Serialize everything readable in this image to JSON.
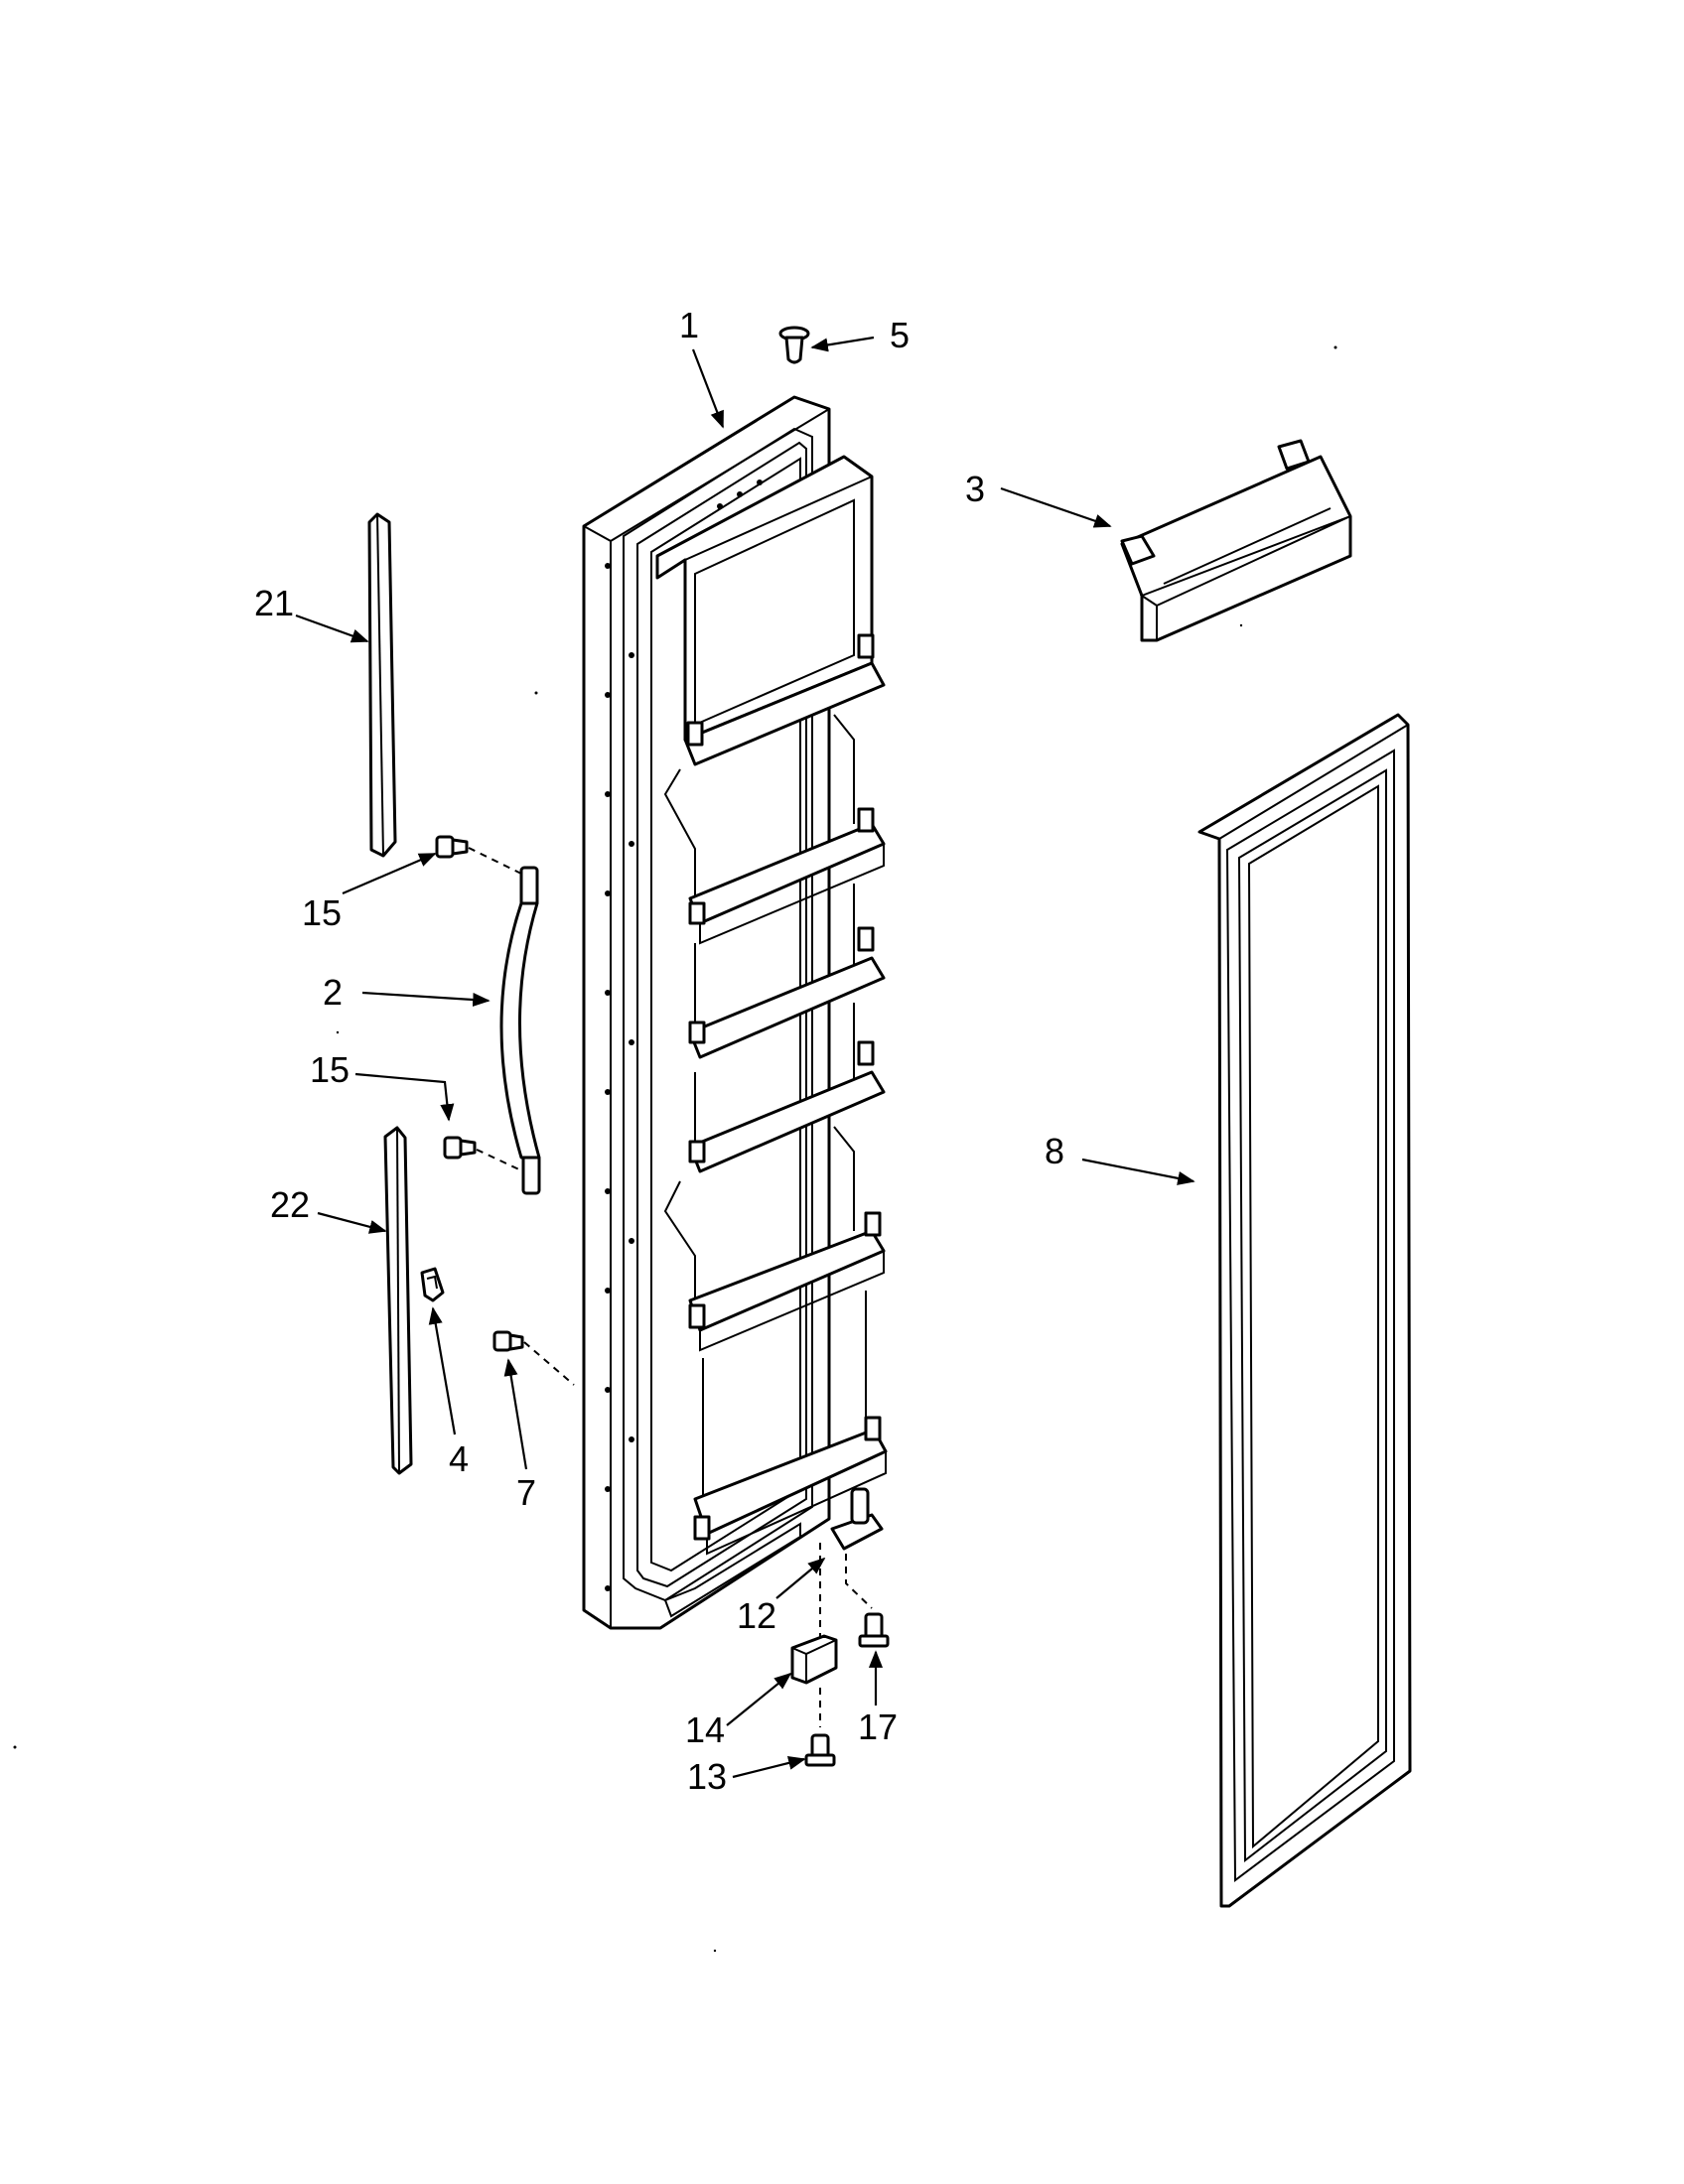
{
  "diagram": {
    "callouts": [
      {
        "id": "c1",
        "label": "1"
      },
      {
        "id": "c2",
        "label": "2"
      },
      {
        "id": "c3",
        "label": "3"
      },
      {
        "id": "c4",
        "label": "4"
      },
      {
        "id": "c5",
        "label": "5"
      },
      {
        "id": "c7",
        "label": "7"
      },
      {
        "id": "c8",
        "label": "8"
      },
      {
        "id": "c12",
        "label": "12"
      },
      {
        "id": "c13",
        "label": "13"
      },
      {
        "id": "c14",
        "label": "14"
      },
      {
        "id": "c15a",
        "label": "15"
      },
      {
        "id": "c15b",
        "label": "15"
      },
      {
        "id": "c17",
        "label": "17"
      },
      {
        "id": "c21",
        "label": "21"
      },
      {
        "id": "c22",
        "label": "22"
      }
    ],
    "parts": [
      {
        "name": "door-assembly",
        "callout": "1"
      },
      {
        "name": "door-handle",
        "callout": "2"
      },
      {
        "name": "door-shelf-bin",
        "callout": "3"
      },
      {
        "name": "handle-clip",
        "callout": "4"
      },
      {
        "name": "door-plug",
        "callout": "5"
      },
      {
        "name": "door-screw",
        "callout": "7"
      },
      {
        "name": "door-gasket",
        "callout": "8"
      },
      {
        "name": "hinge-pin-bushing",
        "callout": "12"
      },
      {
        "name": "hinge-screw",
        "callout": "13"
      },
      {
        "name": "door-stop",
        "callout": "14"
      },
      {
        "name": "handle-screw",
        "callout": "15"
      },
      {
        "name": "bushing-screw",
        "callout": "17"
      },
      {
        "name": "upper-trim",
        "callout": "21"
      },
      {
        "name": "lower-trim",
        "callout": "22"
      }
    ]
  },
  "colors": {
    "ink": "#000000",
    "paper": "#ffffff"
  }
}
